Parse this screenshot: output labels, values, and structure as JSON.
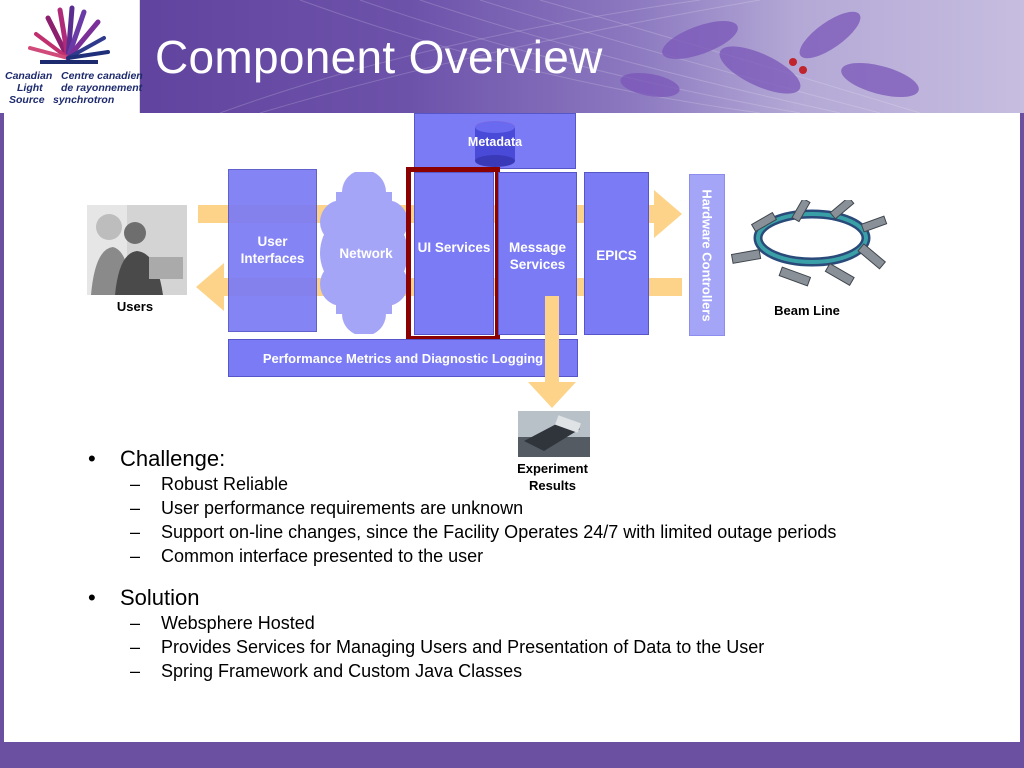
{
  "slide": {
    "title": "Component Overview",
    "logo": {
      "line1_left": "Canadian",
      "line1_right": "Centre canadien",
      "line2_left": "Light",
      "line2_right": "de rayonnement",
      "line3_left": "Source",
      "line3_right": "synchrotron",
      "icon": "maple-leaf-logo"
    }
  },
  "diagram": {
    "users_label": "Users",
    "beam_line_label": "Beam Line",
    "experiment_results_label": "Experiment Results",
    "metadata_label": "Metadata",
    "user_interfaces_label": "User Interfaces",
    "network_label": "Network",
    "ui_services_label": "UI Services",
    "message_services_label": "Message Services",
    "epics_label": "EPICS",
    "hardware_controllers_label": "Hardware Controllers",
    "performance_label": "Performance Metrics and Diagnostic Logging",
    "colors": {
      "box": "#7b7bf5",
      "box_light": "#a5a5f7",
      "arrow": "#fcd389",
      "highlight": "#8b0000"
    }
  },
  "bullets": {
    "challenge": {
      "heading": "Challenge:",
      "items": [
        "Robust Reliable",
        "User performance requirements are unknown",
        "Support on-line changes, since the Facility Operates 24/7 with limited outage periods",
        "Common interface presented to the user"
      ]
    },
    "solution": {
      "heading": "Solution",
      "items": [
        "Websphere Hosted",
        "Provides Services for Managing Users and Presentation of Data to the User",
        "Spring Framework and Custom Java Classes"
      ]
    }
  }
}
